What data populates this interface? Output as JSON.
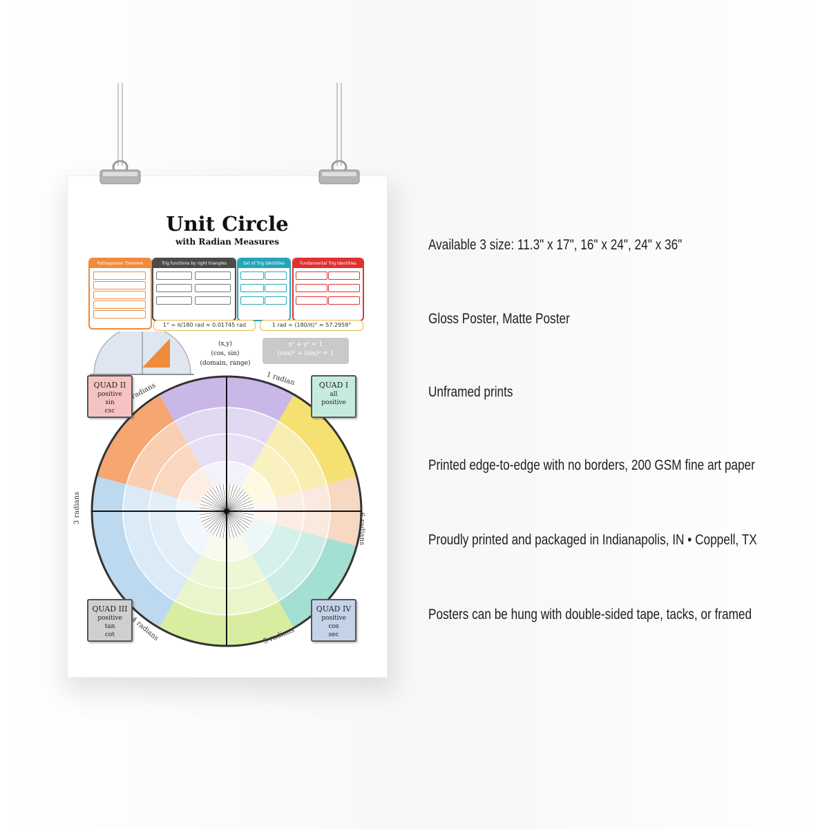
{
  "poster": {
    "title": "Unit Circle",
    "subtitle": "with Radian Measures",
    "boxes": [
      {
        "label": "Pythagorean Theorem",
        "color": "#f08a3c"
      },
      {
        "label": "Trig functions by right triangles",
        "color": "#4a4a4a"
      },
      {
        "label": "Set of Trig Identities",
        "color": "#23a6b8"
      },
      {
        "label": "Fundamental Trig Identities",
        "color": "#e03030"
      }
    ],
    "bar_left": "1° = π/180 rad ≈ 0.01745 rad",
    "bar_right": "1 rad = (180/π)° ≈ 57.2958°",
    "point_formula": "(x,y)",
    "point_formula_2": "(cos, sin)",
    "point_formula_3": "(domain, range)",
    "identity_1": "x² + y² = 1",
    "identity_2": "(cos)² + (sin)² = 1",
    "quads": [
      {
        "title": "QUAD II",
        "line1": "positive",
        "line2": "sin",
        "line3": "csc",
        "color": "#f6c3c3"
      },
      {
        "title": "QUAD I",
        "line1": "all",
        "line2": "positive",
        "line3": "",
        "color": "#c5ebdd"
      },
      {
        "title": "QUAD III",
        "line1": "positive",
        "line2": "tan",
        "line3": "cot",
        "color": "#cfcfcf"
      },
      {
        "title": "QUAD IV",
        "line1": "positive",
        "line2": "cos",
        "line3": "sec",
        "color": "#c4d3e8"
      }
    ],
    "wheel_labels": {
      "top_radian": "1 radian",
      "bottom_radian": "5 radians",
      "left_radian": "3 radians",
      "right_radian": "6 radians",
      "bottom_left_radian": "4 radians",
      "top_left_radian": "2 radians"
    },
    "colors": {
      "sector_q1_a": "#f4e06a",
      "sector_q1_b": "#f7c1d6",
      "sector_top": "#c7b5e6",
      "sector_q2": "#f5a26a",
      "sector_left": "#b9d7f0",
      "sector_q3": "#d7ec9b",
      "sector_q4": "#9fded0",
      "sector_right": "#f6d6c0"
    }
  },
  "features": [
    "Available 3 size: 11.3\" x 17\", 16\" x 24\", 24\" x 36\"",
    "Gloss Poster, Matte Poster",
    "Unframed prints",
    "Printed edge-to-edge with no borders, 200 GSM fine art paper",
    "Proudly printed and packaged in Indianapolis, IN • Coppell, TX",
    "Posters can be hung with double-sided tape, tacks, or framed"
  ]
}
